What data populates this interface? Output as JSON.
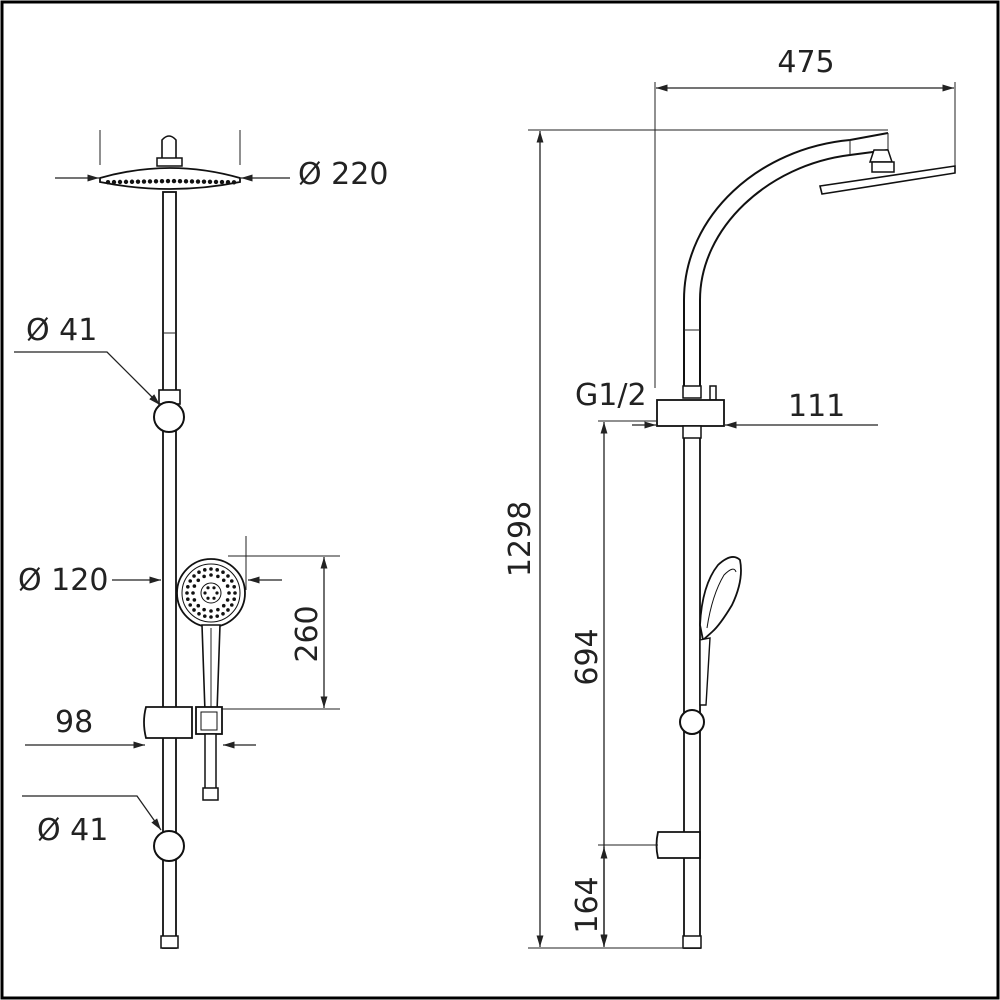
{
  "front_view": {
    "rain_head_diameter": "Ø 220",
    "upper_wall_bracket_diameter": "Ø 41",
    "hand_shower_diameter": "Ø 120",
    "hand_shower_height": "260",
    "holder_depth": "98",
    "lower_wall_bracket_diameter": "Ø 41"
  },
  "side_view": {
    "arm_reach": "475",
    "total_height": "1298",
    "inlet_thread": "G1/2",
    "inlet_depth": "111",
    "inlet_height": "694",
    "bottom_height": "164"
  },
  "colors": {
    "line": "#222222",
    "frame": "#000000"
  }
}
